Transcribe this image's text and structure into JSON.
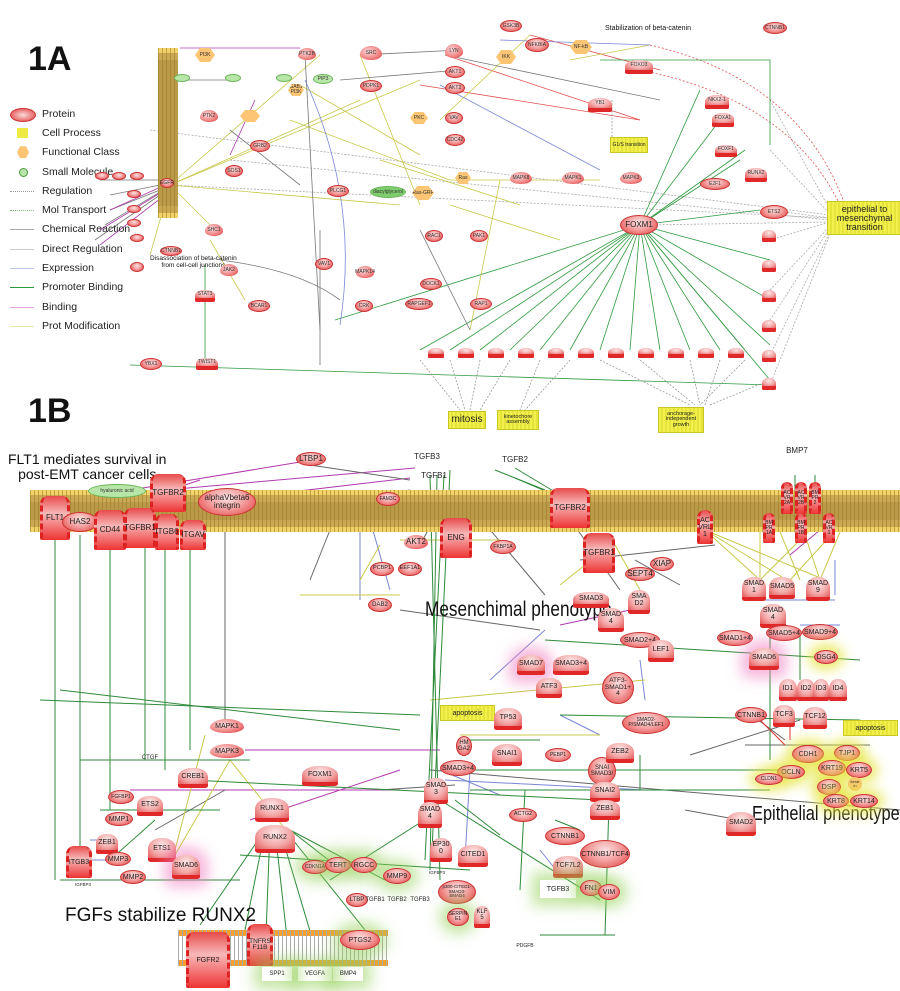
{
  "panels": {
    "a_label": "1A",
    "b_label": "1B"
  },
  "legend": [
    {
      "label": "Protein",
      "icon": "protein-oval-icon"
    },
    {
      "label": "Cell Process",
      "icon": "cell-process-square-icon"
    },
    {
      "label": "Functional Class",
      "icon": "functional-class-hexagon-icon"
    },
    {
      "label": "Small Molecule",
      "icon": "small-molecule-circle-icon"
    },
    {
      "label": "Regulation",
      "icon": "regulation-line-icon",
      "color": "#9a9a9a"
    },
    {
      "label": "Mol Transport",
      "icon": "mol-transport-line-icon",
      "color": "#7fbf7f"
    },
    {
      "label": "Chemical Reaction",
      "icon": "chemical-reaction-line-icon",
      "color": "#aaaaaa"
    },
    {
      "label": "Direct Regulation",
      "icon": "direct-regulation-line-icon",
      "color": "#bbbbbb"
    },
    {
      "label": "Expression",
      "icon": "expression-line-icon",
      "color": "#7a86d6"
    },
    {
      "label": "Promoter Binding",
      "icon": "promoter-binding-line-icon",
      "color": "#2e9a3e"
    },
    {
      "label": "Binding",
      "icon": "binding-line-icon",
      "color": "#b03ab0"
    },
    {
      "label": "Prot Modification",
      "icon": "prot-modification-line-icon",
      "color": "#c8c84a"
    }
  ],
  "panel_a": {
    "annotations": {
      "stabilization": "Stabilization of beta-catenin",
      "disassociation": "Disassociation of beta-catenin\nfrom cell-cell junctions"
    },
    "processes": {
      "emt": "epithelial to\nmesenchymal\ntransition",
      "mitosis": "mitosis",
      "kinetochore": "kinetochore\nassembly",
      "anchorage": "anchorage-\nindependent\ngrowth",
      "g1s": "G1/S transition"
    },
    "nodes": {
      "gsk3b": "GSK3B",
      "ctnnb1_top": "CTNNB1",
      "nfkbia": "NFKBIA",
      "nfkb": "NF-kB",
      "ikk": "IKK",
      "foxo3": "FOXO3",
      "ptk2b": "PTK2B",
      "src": "SRC",
      "lyn": "LYN",
      "akt1": "AKT1",
      "akt2": "AKT2",
      "pdpk1": "PDPK1",
      "pip3": "PIP3",
      "ptk2": "PTK2",
      "pkc": "PKC",
      "vav": "VAV",
      "cdc42": "CDC42",
      "mapk1": "MAPK1",
      "mapk3": "MAPK3",
      "mapk8": "MAPK8",
      "mapk14": "MAPK14",
      "ras": "Ras",
      "rasgrf": "Ras-GRF",
      "dag": "diacylglycerol",
      "plcg1": "PLCG1",
      "egfr": "EGFR",
      "grb2": "GRB2",
      "sos1": "SOS1",
      "shc1": "SHC1",
      "stat3": "STAT3",
      "jak2": "JAK2",
      "ctnnb1_left": "CTNNB1",
      "rac1": "RAC1",
      "pak1": "PAK1",
      "crk": "CRK",
      "dock1": "DOCK1",
      "rapgef1": "RAPGEF1",
      "rap1": "RAP1",
      "foxm1": "FOXM1",
      "e2f1": "E2F1",
      "twist1": "TWIST1",
      "bcar1": "BCAR1",
      "pi3k": "PI3K",
      "ets2": "ETS2",
      "runx2": "RUNX2",
      "foxa1": "FOXA1",
      "foxf1": "FOXF1",
      "nkx2": "NKX2-1",
      "gab": "GAB1\nPI3K",
      "vav1": "VAV1",
      "yb1": "YB1",
      "ybx1": "YBX1"
    }
  },
  "panel_b": {
    "headings": {
      "flt1_note": "FLT1 mediates survival in\npost-EMT cancer cells",
      "mesenchymal": "Mesenchimal phenotype",
      "epithelial": "Epithelial phenotype",
      "fgfs": "FGFs stabilize RUNX2"
    },
    "processes": {
      "apoptosis_left": "apoptosis",
      "apoptosis_right": "apoptosis"
    },
    "membrane_nodes": {
      "hyaluronic_acid": "hyaluronic acid",
      "flt1": "FLT1",
      "has2": "HAS2",
      "cd44": "CD44",
      "tgfbr2_left": "TGFBR2",
      "tgfbr1_left": "TGFBR1",
      "itgb6": "ITGB6",
      "itgav": "ITGAV",
      "integrin": "alphaVbeta6\nintegrin",
      "ltbp1": "LTBP1",
      "tgfb3": "TGFB3",
      "tgfb1": "TGFB1",
      "tgfb2": "TGFB2",
      "fam3c": "FAM3C",
      "akt2": "AKT2",
      "eng": "ENG",
      "fkbp1a": "FKBP1A",
      "tgfbr2_right": "TGFBR2",
      "tgfbr1_right": "TGFBR1",
      "pcbp1": "PCBP1",
      "eef1a1": "EEF1A1",
      "dab2": "DAB2",
      "sept4": "SEPT4",
      "xiap": "XIAP",
      "bmp7": "BMP7",
      "acvrl1": "AC\nVRL\n1",
      "acvr2a": "AC\nVR\n2A",
      "acvr2b": "AC\nVR\n2B",
      "bmpr2": "BM\nPR\n2",
      "bmpr1a": "BM\nPR\n1A",
      "bmpr1b": "BM\nPR\n1B",
      "acvr1": "AC\nVR\n1"
    },
    "smad_nodes": {
      "smad3": "SMAD3",
      "smad2": "SMA\nD2",
      "smad4": "SMAD\n4",
      "smad2_4": "SMAD2+4",
      "lef1": "LEF1",
      "smad7": "SMAD7",
      "smad3_4": "SMAD3+4",
      "atf3": "ATF3",
      "atf3_smad": "ATF3-\nSMAD1+\n4",
      "tp53": "TP53",
      "smad2_complex": "SMAD2-\nP/SMAD4/LEF1",
      "smad1": "SMAD\n1",
      "smad5": "SMAD5",
      "smad9": "SMAD\n9",
      "smad4_r": "SMAD\n4",
      "smad1_4": "SMAD1+4",
      "smad5_4": "SMAD5+4",
      "smad9_4": "SMAD9+4",
      "smad6_r": "SMAD6",
      "dsg4": "DSG4",
      "id1": "ID1",
      "id2": "ID2",
      "id3": "ID3",
      "id4": "ID4",
      "ctnnb1_r": "CTNNB1",
      "tcf3": "TCF3",
      "tcf12": "TCF12"
    },
    "epithelial_nodes": {
      "cdh1": "CDH1",
      "tjp1": "TJP1",
      "krt19": "KRT19",
      "krt5": "KRT5",
      "ocln": "OCLN",
      "cldn1": "CLDN1",
      "dsp": "DSP",
      "keratin": "kerat\nin",
      "krt8": "KRT8",
      "krt14": "KRT14",
      "smad2_low": "SMAD2"
    },
    "core_nodes": {
      "mapk1": "MAPK1",
      "mapk3": "MAPK3",
      "ctgf": "CTGF",
      "creb1": "CREB1",
      "fgfbp1": "FGFBP1",
      "ets2": "ETS2",
      "mmp1": "MMP1",
      "foxm1": "FOXM1",
      "runx1": "RUNX1",
      "runx2": "RUNX2",
      "zeb1_l": "ZEB1",
      "ets1": "ETS1",
      "itgb3": "ITGB3",
      "mmp3": "MMP3",
      "mmp2": "MMP2",
      "igfbp3_l": "IGFBP3",
      "smad6_l": "SMAD6",
      "hmga2": "HM\nGA2",
      "snai1": "SNAI1",
      "pebp1": "PEBP1",
      "smad3_4b": "SMAD3+4",
      "smad3b": "SMAD\n3",
      "smad4b": "SMAD\n4",
      "snai_smad": "SNAI\nSMAD3/",
      "snai2": "SNAI2",
      "zeb2": "ZEB2",
      "zeb1": "ZEB1",
      "actg2": "ACTG2",
      "ep300": "EP30\n0",
      "cited1": "CITED1",
      "ctnnb1_b": "CTNNB1",
      "ctnnb1_tcf4": "CTNNB1/TCF4",
      "tcf7l2": "TCF7L2",
      "tgfb3_b": "TGFB3",
      "fn1": "FN1",
      "vim": "VIM",
      "cdkn1a": "CDKN1A",
      "tert": "TERT",
      "rgcc": "RGCC",
      "mmp9": "MMP9",
      "igfbp3_r": "IGFBP3",
      "ltbp": "LTBP",
      "tgfb1_b": "TGFB1",
      "tgfb2_b": "TGFB2",
      "tgfb3_c": "TGFB3",
      "p300_complex": "p300-CITED1-\nSMAD3-\nSMAD4",
      "serpine1": "SERPIN\nE1",
      "klf5": "KLF\n5",
      "fgfr2": "FGFR2",
      "tnfrsf11b": "TNFRS\nF11B",
      "ptgs2": "PTGS2",
      "spp1": "SPP1",
      "vegfa": "VEGFA",
      "bmp4": "BMP4",
      "pdgfb": "PDGFB"
    }
  }
}
